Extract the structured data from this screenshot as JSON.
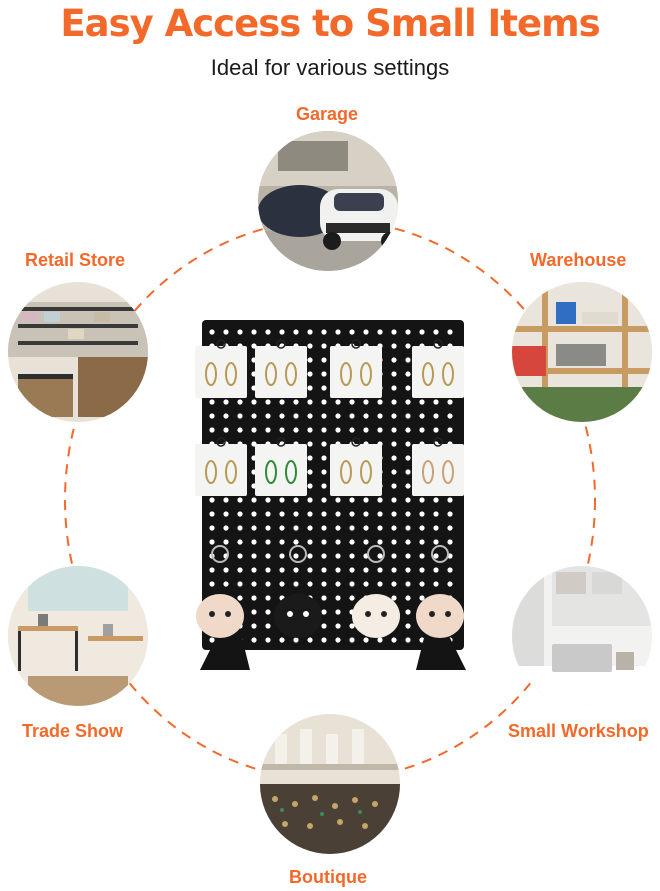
{
  "header": {
    "title": "Easy Access to Small Items",
    "subtitle": "Ideal for various settings"
  },
  "settings": {
    "garage": "Garage",
    "retail_store": "Retail Store",
    "warehouse": "Warehouse",
    "trade_show": "Trade Show",
    "small_workshop": "Small Workshop",
    "boutique": "Boutique"
  },
  "colors": {
    "accent": "#f2692a",
    "board": "#111111"
  }
}
